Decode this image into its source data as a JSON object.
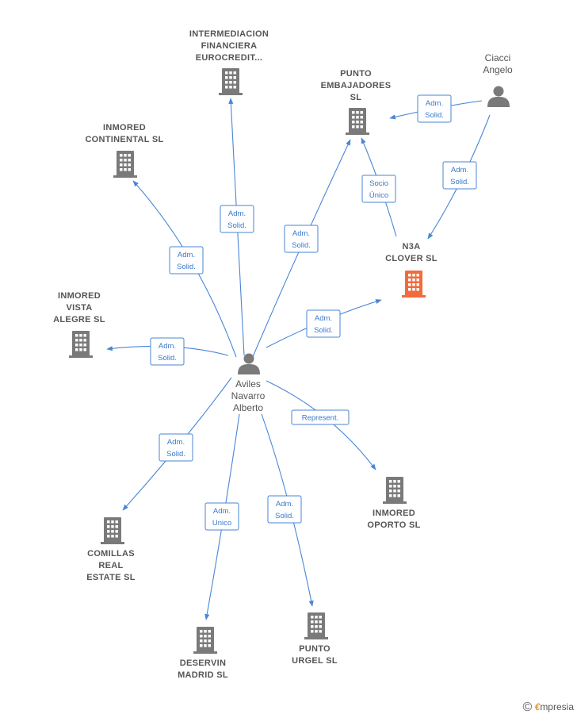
{
  "colors": {
    "edge": "#4a86d6",
    "company": "#7a7a7a",
    "highlight": "#f26b3a",
    "person": "#7a7a7a",
    "label": "#555555"
  },
  "nodes": [
    {
      "id": "intermediacion",
      "kind": "company",
      "lines": [
        "INTERMEDIACION",
        "FINANCIERA",
        "EUROCREDIT..."
      ]
    },
    {
      "id": "punto-embajadores",
      "kind": "company",
      "lines": [
        "PUNTO",
        "EMBAJADORES",
        "SL"
      ]
    },
    {
      "id": "ciacci",
      "kind": "person",
      "lines": [
        "Ciacci",
        "Angelo"
      ]
    },
    {
      "id": "inmored-continental",
      "kind": "company",
      "lines": [
        "INMORED",
        "CONTINENTAL SL"
      ]
    },
    {
      "id": "n3a-clover",
      "kind": "company-highlight",
      "lines": [
        "N3A",
        "CLOVER  SL"
      ]
    },
    {
      "id": "inmored-vista",
      "kind": "company",
      "lines": [
        "INMORED",
        "VISTA",
        "ALEGRE  SL"
      ]
    },
    {
      "id": "aviles",
      "kind": "person",
      "lines": [
        "Aviles",
        "Navarro",
        "Alberto"
      ]
    },
    {
      "id": "inmored-oporto",
      "kind": "company",
      "lines": [
        "INMORED",
        "OPORTO  SL"
      ]
    },
    {
      "id": "comillas",
      "kind": "company",
      "lines": [
        "COMILLAS",
        "REAL",
        "ESTATE  SL"
      ]
    },
    {
      "id": "deservin",
      "kind": "company",
      "lines": [
        "DESERVIN",
        "MADRID  SL"
      ]
    },
    {
      "id": "punto-urgel",
      "kind": "company",
      "lines": [
        "PUNTO",
        "URGEL  SL"
      ]
    }
  ],
  "edges": [
    {
      "from": "aviles",
      "to": "intermediacion",
      "label": [
        "Adm.",
        "Solid."
      ]
    },
    {
      "from": "aviles",
      "to": "inmored-continental",
      "label": [
        "Adm.",
        "Solid."
      ]
    },
    {
      "from": "aviles",
      "to": "punto-embajadores",
      "label": [
        "Adm.",
        "Solid."
      ]
    },
    {
      "from": "aviles",
      "to": "n3a-clover",
      "label": [
        "Adm.",
        "Solid."
      ]
    },
    {
      "from": "aviles",
      "to": "inmored-vista",
      "label": [
        "Adm.",
        "Solid."
      ]
    },
    {
      "from": "aviles",
      "to": "inmored-oporto",
      "label": [
        "Represent."
      ]
    },
    {
      "from": "aviles",
      "to": "comillas",
      "label": [
        "Adm.",
        "Solid."
      ]
    },
    {
      "from": "aviles",
      "to": "deservin",
      "label": [
        "Adm.",
        "Unico"
      ]
    },
    {
      "from": "aviles",
      "to": "punto-urgel",
      "label": [
        "Adm.",
        "Solid."
      ]
    },
    {
      "from": "ciacci",
      "to": "punto-embajadores",
      "label": [
        "Adm.",
        "Solid."
      ]
    },
    {
      "from": "ciacci",
      "to": "n3a-clover",
      "label": [
        "Adm.",
        "Solid."
      ]
    },
    {
      "from": "n3a-clover",
      "to": "punto-embajadores",
      "label": [
        "Socio",
        "Único"
      ]
    }
  ],
  "footer": {
    "copyright": "©",
    "brand_initial": "€",
    "brand_rest": "mpresia"
  }
}
